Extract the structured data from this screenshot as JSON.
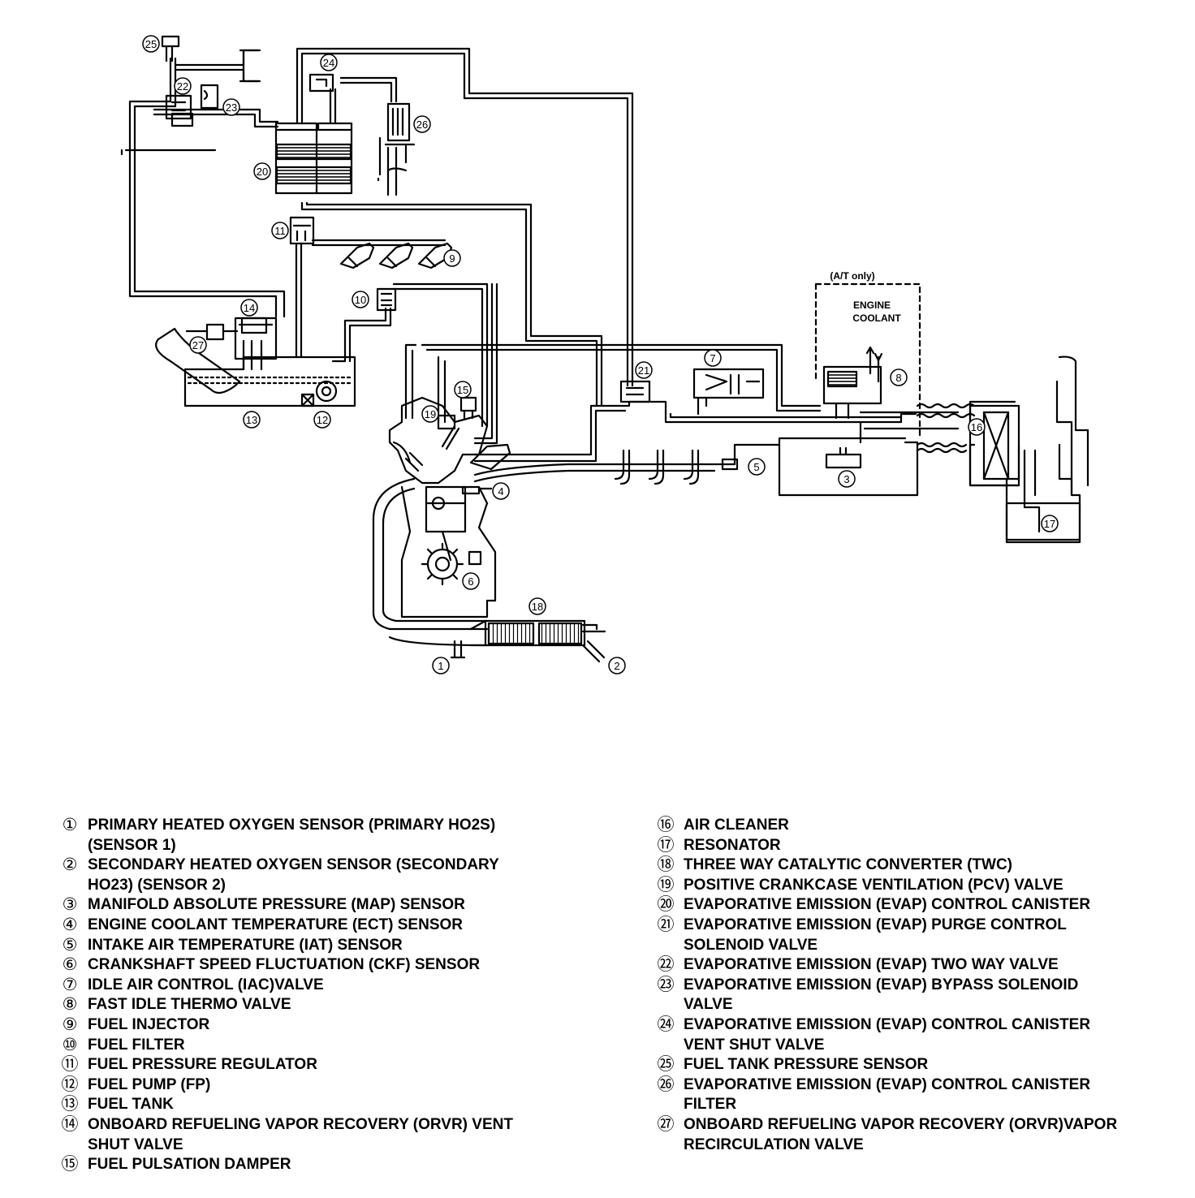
{
  "callouts": {
    "c1": "1",
    "c2": "2",
    "c3": "3",
    "c4": "4",
    "c5": "5",
    "c6": "6",
    "c7": "7",
    "c8": "8",
    "c9": "9",
    "c10": "10",
    "c11": "11",
    "c12": "12",
    "c13": "13",
    "c14": "14",
    "c15": "15",
    "c16": "16",
    "c17": "17",
    "c18": "18",
    "c19": "19",
    "c20": "20",
    "c21": "21",
    "c22": "22",
    "c23": "23",
    "c24": "24",
    "c25": "25",
    "c26": "26",
    "c27": "27"
  },
  "labels": {
    "at_only": "(A/T only)",
    "engine": "ENGINE",
    "coolant": "COOLANT"
  },
  "legend": {
    "left": [
      {
        "num": "①",
        "text": "PRIMARY HEATED OXYGEN SENSOR (PRIMARY HO2S)\n(SENSOR 1)"
      },
      {
        "num": "②",
        "text": "SECONDARY HEATED OXYGEN SENSOR (SECONDARY\nHO23) (SENSOR 2)"
      },
      {
        "num": "③",
        "text": "MANIFOLD ABSOLUTE PRESSURE (MAP) SENSOR"
      },
      {
        "num": "④",
        "text": "ENGINE COOLANT TEMPERATURE (ECT) SENSOR"
      },
      {
        "num": "⑤",
        "text": "INTAKE AIR TEMPERATURE (IAT) SENSOR"
      },
      {
        "num": "⑥",
        "text": "CRANKSHAFT SPEED FLUCTUATION (CKF) SENSOR"
      },
      {
        "num": "⑦",
        "text": "IDLE AIR CONTROL (IAC)VALVE"
      },
      {
        "num": "⑧",
        "text": "FAST IDLE THERMO VALVE"
      },
      {
        "num": "⑨",
        "text": "FUEL INJECTOR"
      },
      {
        "num": "⑩",
        "text": "FUEL FILTER"
      },
      {
        "num": "⑪",
        "text": "FUEL PRESSURE REGULATOR"
      },
      {
        "num": "⑫",
        "text": "FUEL PUMP (FP)"
      },
      {
        "num": "⑬",
        "text": "FUEL TANK"
      },
      {
        "num": "⑭",
        "text": "ONBOARD REFUELING VAPOR RECOVERY (ORVR) VENT\nSHUT VALVE"
      },
      {
        "num": "⑮",
        "text": "FUEL PULSATION DAMPER"
      }
    ],
    "right": [
      {
        "num": "⑯",
        "text": "AIR CLEANER"
      },
      {
        "num": "⑰",
        "text": "RESONATOR"
      },
      {
        "num": "⑱",
        "text": "THREE WAY CATALYTIC CONVERTER (TWC)"
      },
      {
        "num": "⑲",
        "text": "POSITIVE CRANKCASE VENTILATION (PCV) VALVE"
      },
      {
        "num": "⑳",
        "text": "EVAPORATIVE EMISSION (EVAP) CONTROL CANISTER"
      },
      {
        "num": "㉑",
        "text": "EVAPORATIVE EMISSION (EVAP) PURGE CONTROL\nSOLENOID VALVE"
      },
      {
        "num": "㉒",
        "text": "EVAPORATIVE EMISSION (EVAP) TWO WAY VALVE"
      },
      {
        "num": "㉓",
        "text": "EVAPORATIVE EMISSION (EVAP) BYPASS SOLENOID\nVALVE"
      },
      {
        "num": "㉔",
        "text": "EVAPORATIVE EMISSION (EVAP) CONTROL CANISTER\nVENT SHUT VALVE"
      },
      {
        "num": "㉕",
        "text": "FUEL TANK PRESSURE SENSOR"
      },
      {
        "num": "㉖",
        "text": "EVAPORATIVE EMISSION (EVAP) CONTROL CANISTER\nFILTER"
      },
      {
        "num": "㉗",
        "text": "ONBOARD REFUELING VAPOR RECOVERY (ORVR)VAPOR\nRECIRCULATION VALVE"
      }
    ]
  }
}
